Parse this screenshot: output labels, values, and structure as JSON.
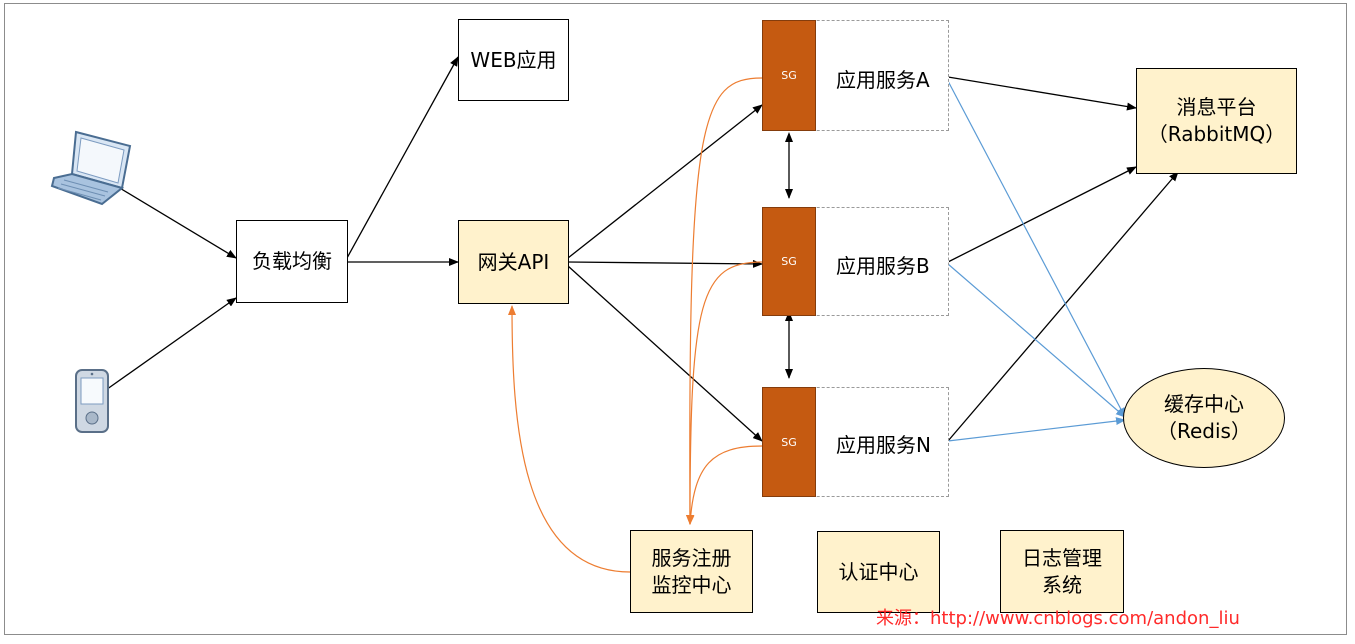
{
  "nodes": {
    "load_balancer": "负载均衡",
    "web_app": "WEB应用",
    "gateway_api": "网关API",
    "service_a": "应用服务A",
    "service_b": "应用服务B",
    "service_n": "应用服务N",
    "sg_label": "SG",
    "message_platform_line1": "消息平台",
    "message_platform_line2": "（RabbitMQ）",
    "cache_center_line1": "缓存中心",
    "cache_center_line2": "（Redis）",
    "registry_line1": "服务注册",
    "registry_line2": "监控中心",
    "auth_center": "认证中心",
    "log_mgmt_line1": "日志管理",
    "log_mgmt_line2": "系统"
  },
  "source_note": "来源：http://www.cnblogs.com/andon_liu",
  "colors": {
    "box_fill": "#fff2cc",
    "sg_fill": "#c55a11",
    "orange_link": "#ed7d31",
    "blue_link": "#5b9bd5",
    "source_text": "#ff2a2a"
  },
  "icons": [
    "laptop-icon",
    "mobile-phone-icon"
  ]
}
